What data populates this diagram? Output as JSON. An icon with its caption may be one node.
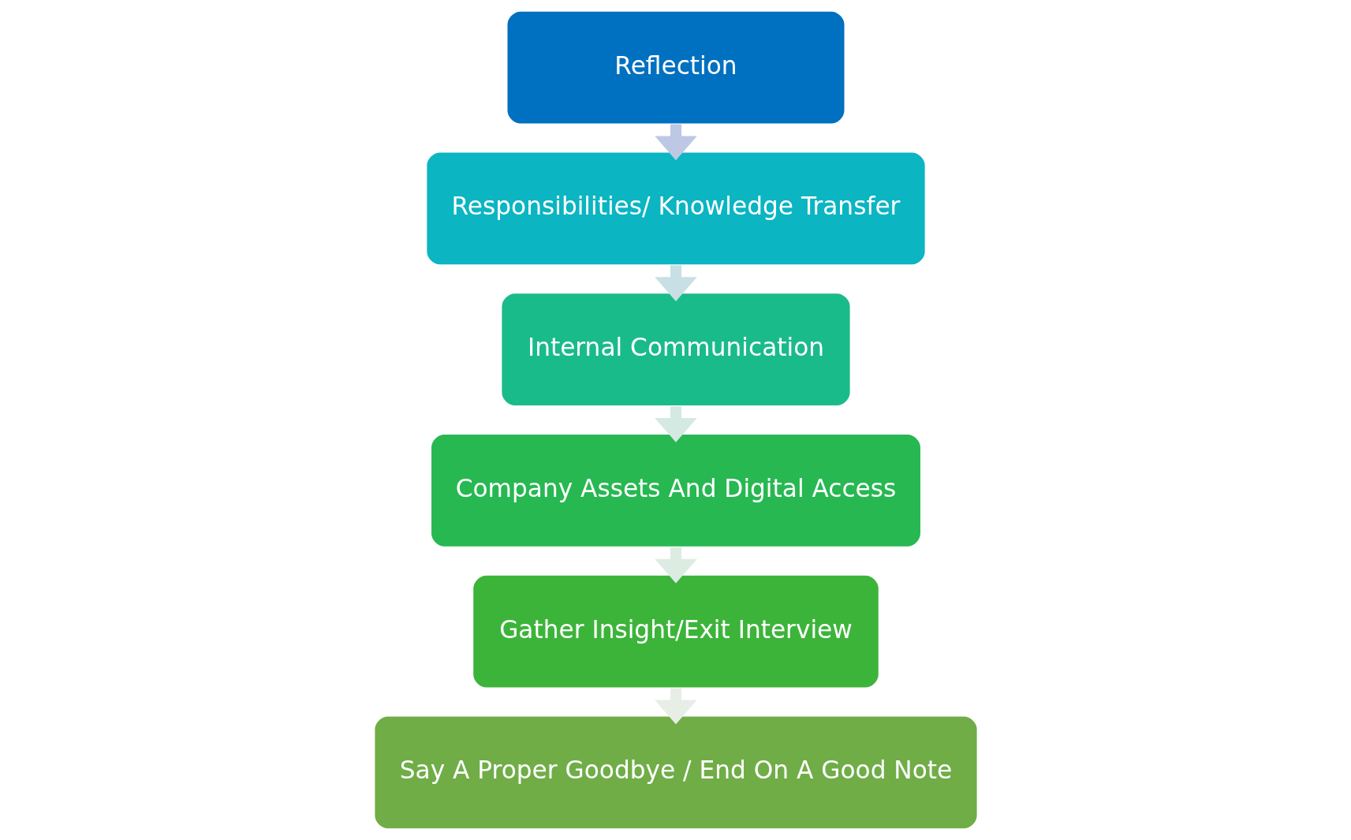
{
  "diagram": {
    "nodes": [
      {
        "text": [
          "Reflection"
        ]
      },
      {
        "text": [
          "Responsibilities/ Knowledge Transfer"
        ]
      },
      {
        "text": [
          "Internal Communication"
        ]
      },
      {
        "text": [
          "Company Assets And Digital Access"
        ]
      },
      {
        "text": [
          "Gather Insight/Exit Interview"
        ]
      },
      {
        "text": [
          "Say A Proper Goodbye / End On A Good Note"
        ]
      }
    ],
    "edges": [
      {
        "from": 0,
        "to": 1,
        "arrow": "to",
        "color": "#bcc8e4"
      },
      {
        "from": 1,
        "to": 2,
        "arrow": "to",
        "color": "#c8e0e5"
      },
      {
        "from": 2,
        "to": 3,
        "arrow": "to",
        "color": "#d5e9e3"
      },
      {
        "from": 3,
        "to": 4,
        "arrow": "to",
        "color": "#dcece2"
      },
      {
        "from": 4,
        "to": 5,
        "arrow": "to",
        "color": "#e6eee6"
      }
    ]
  }
}
